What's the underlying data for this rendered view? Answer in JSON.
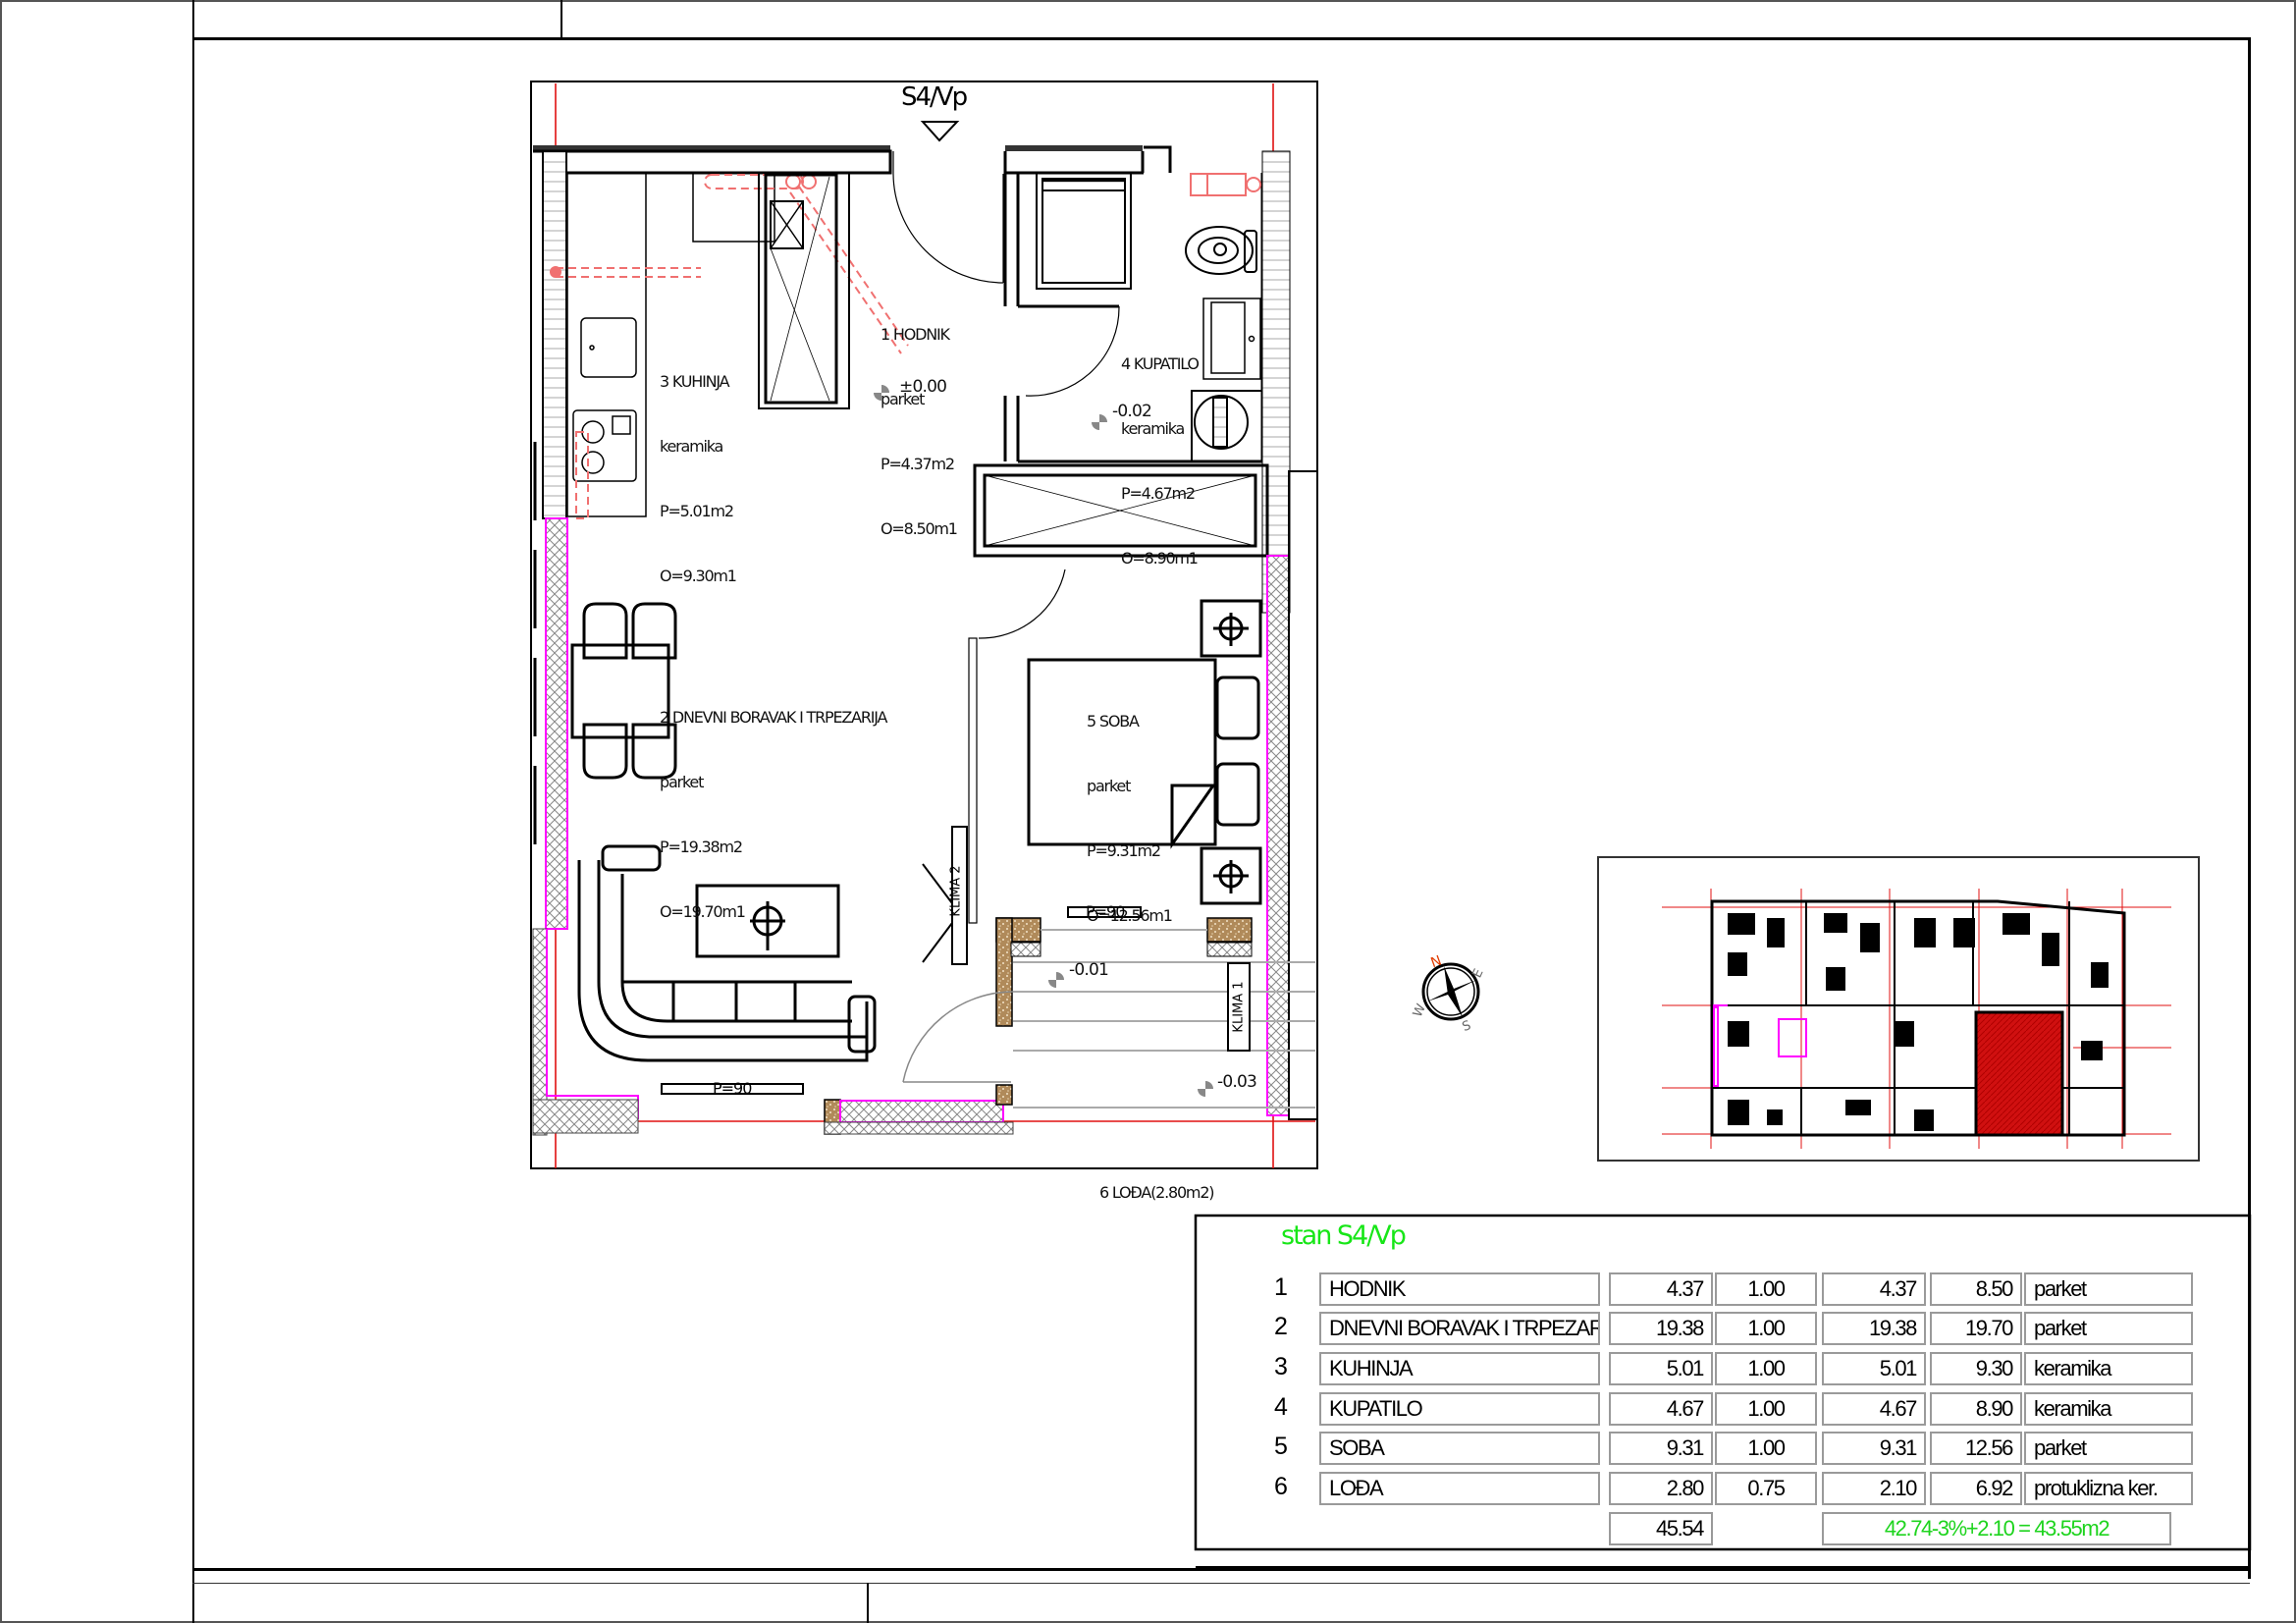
{
  "drawing": {
    "unit_code": "S4/Vp",
    "north_arrow": {
      "n": "N",
      "e": "E",
      "s": "S",
      "w": "W"
    }
  },
  "plan": {
    "rooms": [
      {
        "label": "1 HODNIK",
        "floor": "parket",
        "area": "P=4.37m2",
        "perimeter": "O=8.50m1"
      },
      {
        "label": "2 DNEVNI BORAVAK I TRPEZARIJA",
        "floor": "parket",
        "area": "P=19.38m2",
        "perimeter": "O=19.70m1"
      },
      {
        "label": "3 KUHINJA",
        "floor": "keramika",
        "area": "P=5.01m2",
        "perimeter": "O=9.30m1"
      },
      {
        "label": "4 KUPATILO",
        "floor": "keramika",
        "area": "P=4.67m2",
        "perimeter": "O=8.90m1"
      },
      {
        "label": "5 SOBA",
        "floor": "parket",
        "area": "P=9.31m2",
        "perimeter": "O=12.56m1"
      },
      {
        "label": "6 LOĐA(2.80m2)",
        "floor": "",
        "area": "",
        "perimeter": ""
      }
    ],
    "levels": [
      "±0.00",
      "-0.02",
      "-0.01",
      "-0.03"
    ],
    "radiators": [
      "P=90",
      "P=90"
    ],
    "ac_units": [
      "KLIMA 2",
      "KLIMA 1"
    ],
    "colors": {
      "axis": "#e01010",
      "insulation": "#ff00ff",
      "installation": "#f07070",
      "brick": "#b08a5a",
      "key_highlight": "#d01010"
    }
  },
  "table": {
    "title": "stan S4/Vp",
    "rows": [
      {
        "no": "1",
        "name": "HODNIK",
        "area": "4.37",
        "coef": "1.00",
        "net": "4.37",
        "perimeter": "8.50",
        "floor": "parket"
      },
      {
        "no": "2",
        "name": "DNEVNI BORAVAK I TRPEZARIJA",
        "area": "19.38",
        "coef": "1.00",
        "net": "19.38",
        "perimeter": "19.70",
        "floor": "parket"
      },
      {
        "no": "3",
        "name": "KUHINJA",
        "area": "5.01",
        "coef": "1.00",
        "net": "5.01",
        "perimeter": "9.30",
        "floor": "keramika"
      },
      {
        "no": "4",
        "name": "KUPATILO",
        "area": "4.67",
        "coef": "1.00",
        "net": "4.67",
        "perimeter": "8.90",
        "floor": "keramika"
      },
      {
        "no": "5",
        "name": "SOBA",
        "area": "9.31",
        "coef": "1.00",
        "net": "9.31",
        "perimeter": "12.56",
        "floor": "parket"
      },
      {
        "no": "6",
        "name": "LOĐA",
        "area": "2.80",
        "coef": "0.75",
        "net": "2.10",
        "perimeter": "6.92",
        "floor": "protuklizna ker."
      }
    ],
    "total_area": "45.54",
    "total_formula": "42.74-3%+2.10 = 43.55m2"
  }
}
